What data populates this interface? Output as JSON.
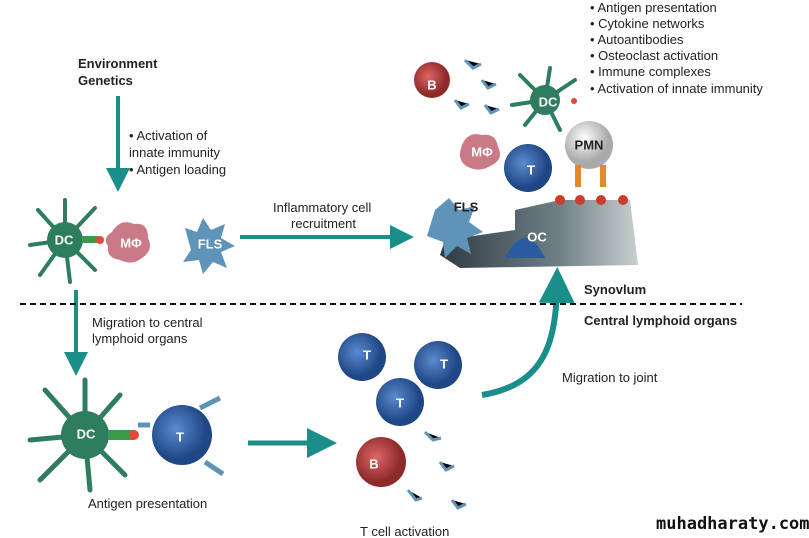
{
  "top_left": {
    "line1": "Environment",
    "line2": "Genetics"
  },
  "innate_bullets": [
    "• Activation of",
    "innate immunity",
    "• Antigen loading"
  ],
  "recruitment": {
    "line1": "Inflammatory cell",
    "line2": "recruitment"
  },
  "synovium_bullets": [
    "• Antigen presentation",
    "• Cytokine networks",
    "• Autoantibodies",
    "• Osteoclast activation",
    "• Immune complexes",
    "• Activation of innate immunity"
  ],
  "regions": {
    "upper": "Synovlum",
    "lower": "Central lymphoid organs"
  },
  "migration_central": {
    "line1": "Migration to central",
    "line2": "lymphoid organs"
  },
  "migration_joint": "Migration to joint",
  "antigen_presentation": "Antigen presentation",
  "t_cell_activation": "T cell activation",
  "cells": {
    "dc": "DC",
    "macrophage": "MΦ",
    "fls": "FLS",
    "t": "T",
    "b": "B",
    "pmn": "PMN",
    "oc": "OC"
  },
  "watermark": "muhadharaty.com",
  "colors": {
    "arrow": "#1a8f8a",
    "dc": "#2e7d5e",
    "t_cell": "#2a5aa0",
    "b_cell": "#b03a3a",
    "macrophage": "#c97a86",
    "fls": "#5f93b8",
    "pmn": "#cfcfcf",
    "bone": "#3e4e58"
  }
}
